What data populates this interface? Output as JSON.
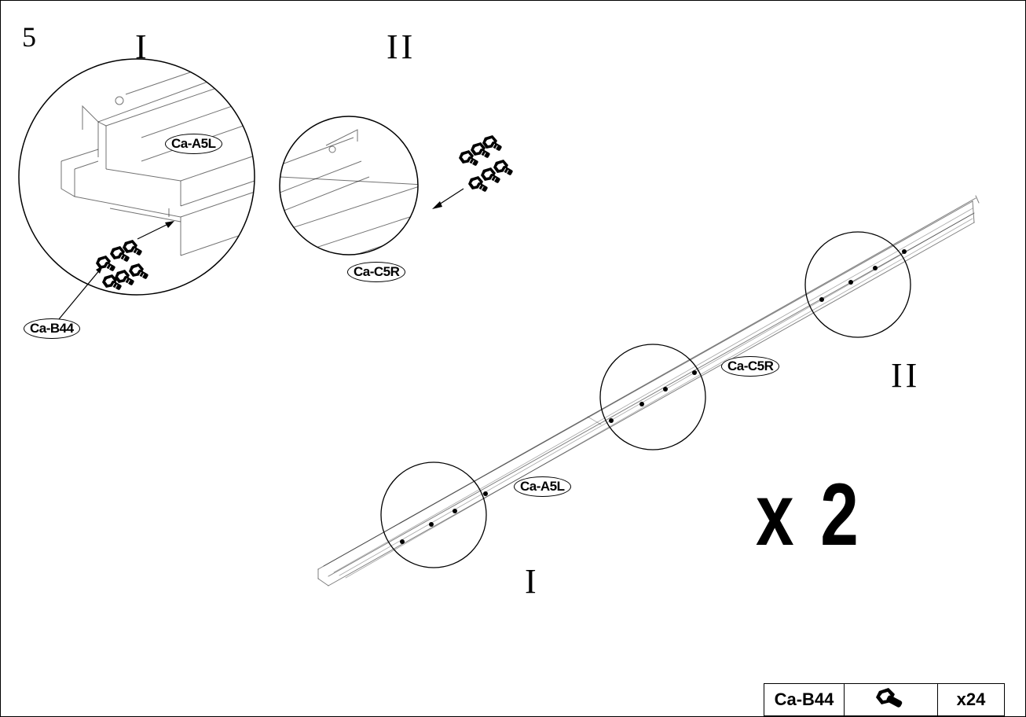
{
  "step_number": "5",
  "detail_labels": {
    "detail_1": "I",
    "detail_2": "II"
  },
  "main_labels": {
    "callout_1": "I",
    "callout_2": "II"
  },
  "part_tags": {
    "detail_1_rail": "Ca-A5L",
    "detail_1_bolt": "Ca-B44",
    "detail_2_rail": "Ca-C5R",
    "main_rail_a": "Ca-A5L",
    "main_rail_c": "Ca-C5R"
  },
  "quantity_multiplier": "x 2",
  "parts_table": {
    "part_code": "Ca-B44",
    "icon": "hex-bolt-icon",
    "count": "x24"
  },
  "line_color": "#000000"
}
